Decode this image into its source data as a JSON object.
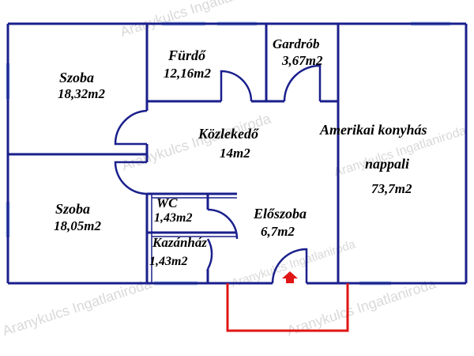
{
  "colors": {
    "wall": "#1a1f8c",
    "window": "#aac4ea",
    "entrance": "#e01515",
    "text": "#000000",
    "watermark": "#d9d9d9"
  },
  "watermark_text": "Aranykulcs Ingatlaniroda",
  "rooms": {
    "szoba1": {
      "name": "Szoba",
      "area": "18,32m2"
    },
    "furdo": {
      "name": "Fürdő",
      "area": "12,16m2"
    },
    "gardrob": {
      "name": "Gardrób",
      "area": "3,67m2"
    },
    "kozlekedo": {
      "name": "Közlekedő",
      "area": "14m2"
    },
    "nappali": {
      "name_line1": "Amerikai konyhás",
      "name_line2": "nappali",
      "area": "73,7m2"
    },
    "szoba2": {
      "name": "Szoba",
      "area": "18,05m2"
    },
    "wc": {
      "name": "WC",
      "area": "1,43m2"
    },
    "kazanhaz": {
      "name": "Kazánház",
      "area": "1,43m2"
    },
    "eloszoba": {
      "name": "Előszoba",
      "area": "6,7m2"
    }
  }
}
